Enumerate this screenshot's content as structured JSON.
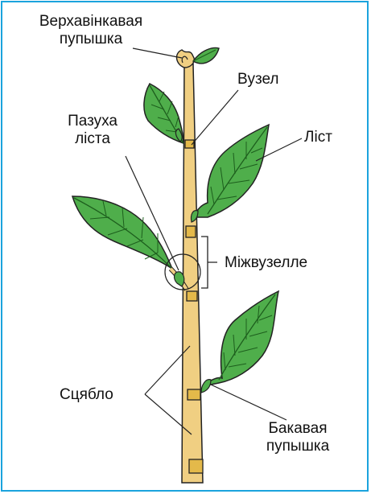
{
  "labels": {
    "terminal_bud": [
      "Верхавінкавая",
      "пупышка"
    ],
    "node": "Вузел",
    "axil": [
      "Пазуха",
      "ліста"
    ],
    "leaf": "Ліст",
    "internode": "Міжвузелле",
    "stem": "Сцябло",
    "lateral_bud": [
      "Бакавая",
      "пупышка"
    ]
  },
  "colors": {
    "frame": "#1ba3dd",
    "stem": "#f0cf82",
    "node_band": "#e4b94a",
    "leaf": "#4fae4b",
    "leaf_vein": "#1d5e1d",
    "outline": "#222222"
  }
}
